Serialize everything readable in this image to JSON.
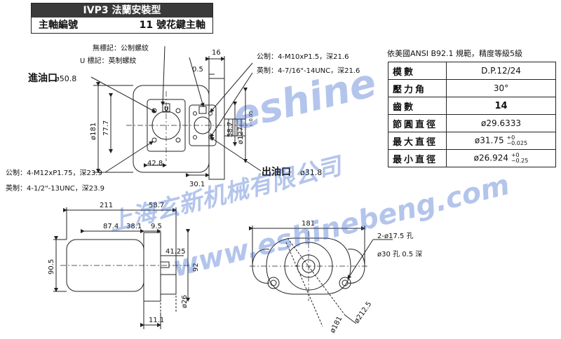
{
  "header": {
    "model": "IVP3 法蘭安裝型",
    "shaft_label": "主軸編號",
    "shaft_code": "11 號花鍵主軸"
  },
  "top_view": {
    "legend_no_mark": "無標記：公制螺紋",
    "legend_u_mark": "U 標記：英制螺紋",
    "u_mark": "U",
    "inlet": "進油口",
    "inlet_dia": "ø50.8",
    "outlet": "出油口",
    "outlet_dia": "ø31.8",
    "metric_outlet_thread": "公制：4-M10xP1.5，深21.6",
    "imperial_outlet_thread": "英制：4-7/16\"-14UNC，深21.6",
    "metric_inlet_thread": "公制：4-M12xP1.75，深23.9",
    "imperial_inlet_thread": "英制：4-1/2\"-13UNC，深23.9",
    "dim_16": "16",
    "dim_0_5": "0.5",
    "dim_181": "ø181",
    "dim_77_7": "77.7",
    "dim_58_7": "58.7",
    "dim_127": "ø127",
    "dim_tol": "-0.05",
    "dim_42_8": "42.8",
    "dim_30_1": "30.1"
  },
  "side_view": {
    "dim_211": "211",
    "dim_87_4": "87.4",
    "dim_38_1": "38.1",
    "dim_9_5": "9.5",
    "dim_41_25": "41.25",
    "dim_90_5": "90.5",
    "dim_92": "92",
    "dim_26": "ø26",
    "dim_11_1": "11.1"
  },
  "front_view": {
    "dim_181": "181",
    "hole": "2-ø17.5 孔",
    "counterbore": "ø30 孔 0.5 深",
    "dim_212_5": "ø212.5",
    "dim_181_dia": "ø181"
  },
  "spec": {
    "title": "依美國ANSI B92.1 規範，精度等級5級",
    "rows": [
      {
        "k": "模數",
        "v": "D.P.12/24"
      },
      {
        "k": "壓力角",
        "v": "30°"
      },
      {
        "k": "齒數",
        "v": "14"
      },
      {
        "k": "節圓直徑",
        "v": "ø29.6333"
      },
      {
        "k": "最大直徑",
        "v": "ø31.75",
        "tol1": "+0",
        "tol2": "−0.025"
      },
      {
        "k": "最小直徑",
        "v": "ø26.924",
        "tol1": "+0",
        "tol2": "−0.25"
      }
    ]
  },
  "watermark": {
    "w1": "eshine",
    "w2": "上海玄新机械有限公司",
    "w3": "www.eshinebeng.com"
  }
}
